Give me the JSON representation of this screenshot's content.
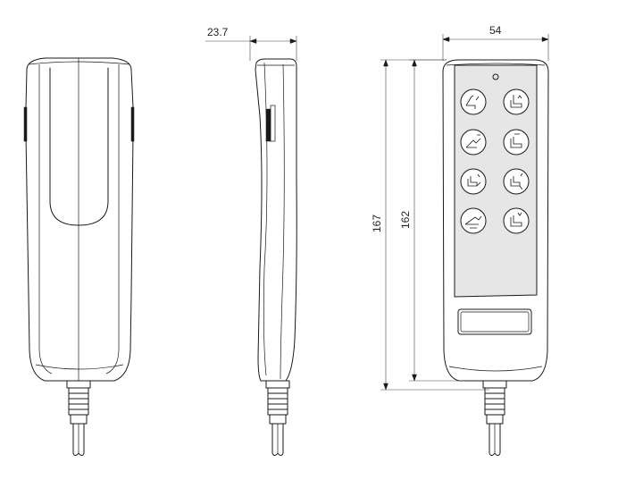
{
  "dimensions": {
    "depth": "23.7",
    "width": "54",
    "total_height": "167",
    "body_height": "162"
  },
  "buttons": [
    {
      "row": 1,
      "col": 1,
      "icon": "backrest-icon"
    },
    {
      "row": 1,
      "col": 2,
      "icon": "seat-up-icon"
    },
    {
      "row": 2,
      "col": 1,
      "icon": "recline-icon"
    },
    {
      "row": 2,
      "col": 2,
      "icon": "seat-lift-icon"
    },
    {
      "row": 3,
      "col": 1,
      "icon": "legrest-up-icon"
    },
    {
      "row": 3,
      "col": 2,
      "icon": "legrest-down-icon"
    },
    {
      "row": 4,
      "col": 1,
      "icon": "full-recline-icon"
    },
    {
      "row": 4,
      "col": 2,
      "icon": "seat-down-icon"
    }
  ]
}
